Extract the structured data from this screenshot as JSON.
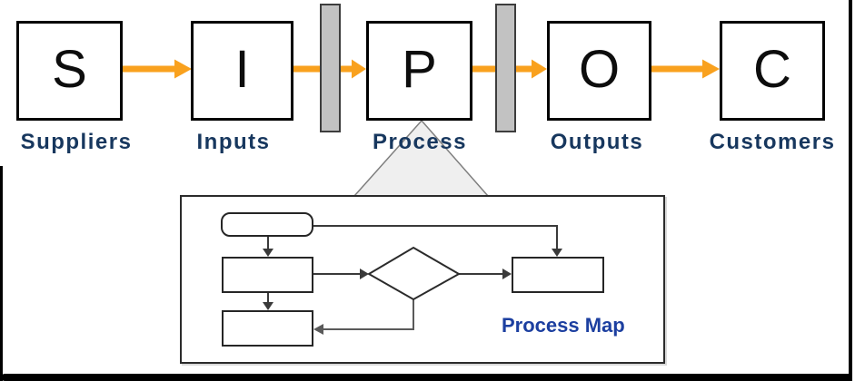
{
  "sipoc": {
    "stages": [
      {
        "letter": "S",
        "label": "Suppliers"
      },
      {
        "letter": "I",
        "label": "Inputs"
      },
      {
        "letter": "P",
        "label": "Process"
      },
      {
        "letter": "O",
        "label": "Outputs"
      },
      {
        "letter": "C",
        "label": "Customers"
      }
    ]
  },
  "process_map": {
    "caption": "Process Map"
  },
  "colors": {
    "arrow_orange": "#F9A11E",
    "label_navy": "#17375E",
    "caption_blue": "#1C3FA0",
    "bar_gray": "#C2C2C2",
    "triangle_gray": "#EFEFEF",
    "box_border": "#000000",
    "flow_stroke": "#3A3A3A"
  }
}
